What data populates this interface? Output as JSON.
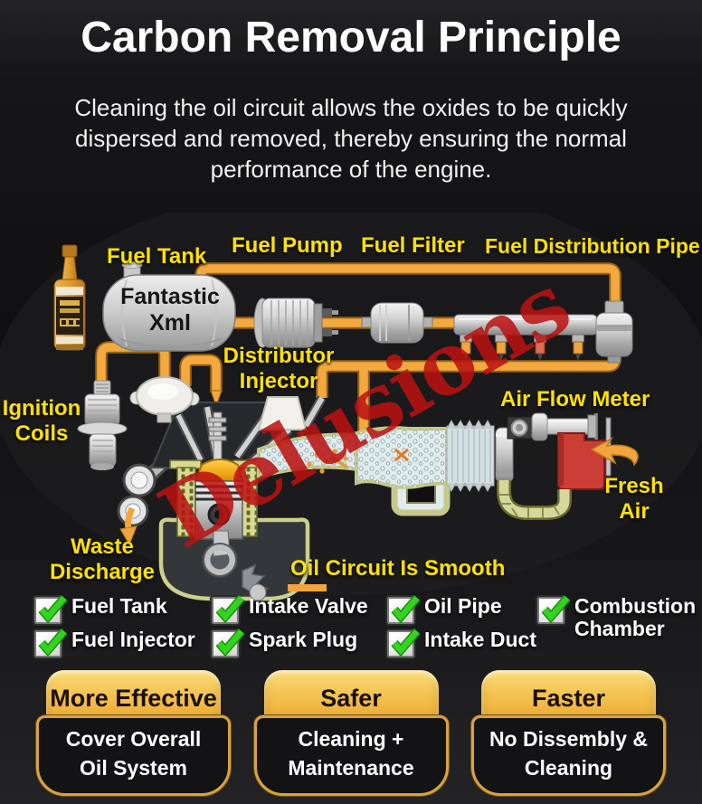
{
  "header": {
    "title": "Carbon Removal Principle",
    "subtitle": "Cleaning the oil circuit allows the oxides to be quickly\ndispersed and removed, thereby ensuring the normal\nperformance of the engine."
  },
  "diagram": {
    "watermark": "Delusions",
    "tank_brand": "Fantastic Xml",
    "labels": {
      "fuel_tank": "Fuel Tank",
      "fuel_pump": "Fuel Pump",
      "fuel_filter": "Fuel Filter",
      "fuel_distribution_pipe": "Fuel Distribution Pipe",
      "distributor_injector": "Distributor\nInjector",
      "ignition_coils": "Ignition\nCoils",
      "air_flow_meter": "Air Flow Meter",
      "fresh_air": "Fresh\nAir",
      "waste_discharge": "Waste\nDischarge",
      "oil_circuit": "Oil Circuit Is Smooth"
    },
    "colors": {
      "label_yellow": "#ffe103",
      "pipe_orange": "#f3a93f",
      "watermark_red": "#bb1111",
      "check_green": "#33d31f",
      "badge_gold": "#f4c24f",
      "air_filter_red": "#cb3e35"
    }
  },
  "checklist": {
    "col1": [
      "Fuel Tank",
      "Fuel Injector"
    ],
    "col2": [
      "Intake Valve",
      "Spark Plug"
    ],
    "col3": [
      "Oil Pipe",
      "Intake Duct"
    ],
    "col4": [
      "Combustion\nChamber"
    ]
  },
  "benefits": [
    {
      "title": "More Effective",
      "desc": "Cover Overall\nOil System"
    },
    {
      "title": "Safer",
      "desc": "Cleaning +\nMaintenance"
    },
    {
      "title": "Faster",
      "desc": "No Dissembly &\nCleaning"
    }
  ]
}
